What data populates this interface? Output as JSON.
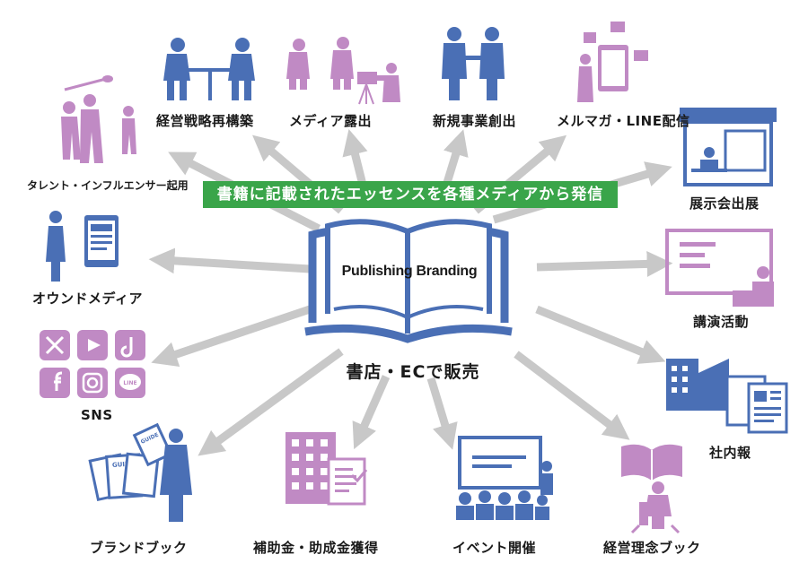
{
  "colors": {
    "blue": "#4a6fb5",
    "purple": "#c08ac4",
    "arrow_gray": "#c8c8c8",
    "banner_green": "#3aa54a"
  },
  "banner": "書籍に記載されたエッセンスを各種メディアから発信",
  "center": {
    "book_title": "Publishing Branding",
    "caption": "書店・ECで販売"
  },
  "items": {
    "talent": "タレント・インフルエンサー起用",
    "strategy": "経営戦略再構築",
    "media": "メディア露出",
    "new_business": "新規事業創出",
    "newsletter": "メルマガ・LINE配信",
    "exhibition": "展示会出展",
    "owned_media": "オウンドメディア",
    "lecture": "講演活動",
    "sns": "SNS",
    "internal": "社内報",
    "brandbook": "ブランドブック",
    "subsidy": "補助金・助成金獲得",
    "event": "イベント開催",
    "philosophy": "経営理念ブック"
  },
  "icon_text": {
    "guide": "GUIDE",
    "line": "LINE"
  }
}
